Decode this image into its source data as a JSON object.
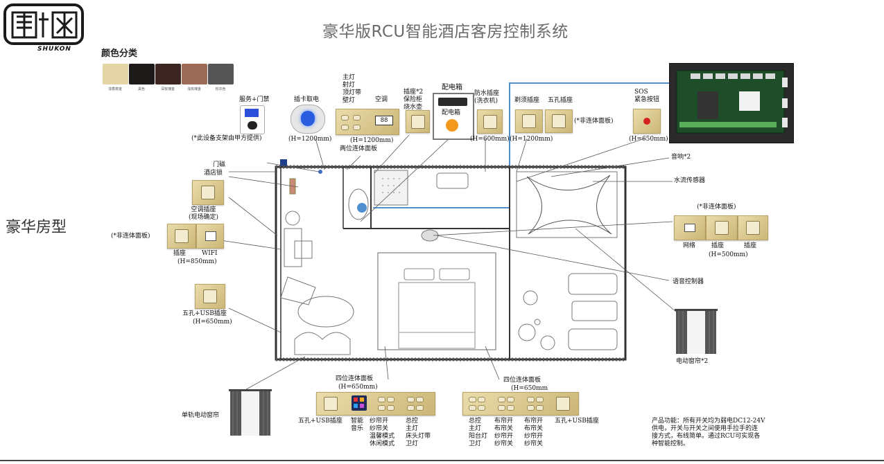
{
  "logo": {
    "brand": "SHUKON"
  },
  "title": "豪华版RCU智能酒店客房控制系统",
  "room_type": "豪华房型",
  "colors": {
    "heading": "颜色分类",
    "swatches": [
      {
        "name": "浅香槟金",
        "hex": "#e3d5a6"
      },
      {
        "name": "黑色",
        "hex": "#1e1a1a"
      },
      {
        "name": "深玫瑰金",
        "hex": "#3a2520"
      },
      {
        "name": "浅玫瑰金",
        "hex": "#9b6b57"
      },
      {
        "name": "烁灰色",
        "hex": "#555555"
      }
    ]
  },
  "devices": {
    "service_door": {
      "label": "服务+门禁",
      "note": "(*此设备支架由甲方提供)"
    },
    "card": {
      "label": "插卡取电",
      "height": "(H=1200mm)"
    },
    "switch_group": {
      "lines": [
        "主灯",
        "射灯",
        "顶灯带",
        "壁灯"
      ],
      "ac": "空调",
      "height": "(H=1200mm)",
      "caption": "两位连体面板",
      "ac_display": "88"
    },
    "socket_safe": {
      "lines": [
        "插座*2",
        "保险柜",
        "烧水壶"
      ]
    },
    "dist_box": {
      "label": "配电箱",
      "inner": "配电箱"
    },
    "waterproof": {
      "lines": [
        "防水插座",
        "(洗衣机)"
      ],
      "height": "(H=600mm)"
    },
    "shaver": {
      "label": "剃须插座",
      "label2": "五孔插座",
      "height": "(H=1200mm)",
      "note": "(*非连体面板)"
    },
    "sos": {
      "lines": [
        "SOS",
        "紧急按钮"
      ],
      "height": "(H=650mm)"
    },
    "door_mag": {
      "label": "门磁"
    },
    "hotel_lock": {
      "label": "酒店锁"
    },
    "ac_socket": {
      "lines": [
        "空调插座",
        "(现场确定)"
      ]
    },
    "wifi_group": {
      "note": "(*非连体面板)",
      "socket": "插座",
      "wifi": "WIFI",
      "height": "(H=850mm)"
    },
    "usb_left": {
      "label": "五孔+USB插座",
      "height": "(H=650mm)"
    },
    "speaker": {
      "label": "音响*2"
    },
    "water_sensor": {
      "label": "水流传感器"
    },
    "right_panel": {
      "note": "(*非连体面板)",
      "items": [
        "网络",
        "插座",
        "插座"
      ],
      "height": "(H=500mm)"
    },
    "voice": {
      "label": "语音控制器"
    },
    "curtain_right": {
      "label": "电动窗帘*2"
    },
    "curtain_left": {
      "label": "单轨电动窗帘"
    },
    "bottom_left": {
      "title": "四位连体面板",
      "height": "(H=650mm)",
      "cols": [
        "五孔+USB插座",
        "智能\n音乐",
        "纱帘开\n纱帘关\n温馨模式\n休闲模式",
        "总控\n主灯\n床头灯带\n卫灯"
      ]
    },
    "bottom_right": {
      "title": "四位连体面板",
      "height": "(H=650mm",
      "cols": [
        "总控\n主灯\n阳台灯\n卫灯",
        "布帘开\n布帘关\n纱帘开\n纱帘关",
        "布帘开\n布帘关\n纱帘开\n纱帘关",
        "五孔+USB插座"
      ]
    },
    "product_desc": "产品功能：所有开关均为弱电DC12-24V\n供电，开关与开关之间使用手拉手的连\n接方式，布线简单。通过RCU可实现各\n种智能控制。"
  }
}
